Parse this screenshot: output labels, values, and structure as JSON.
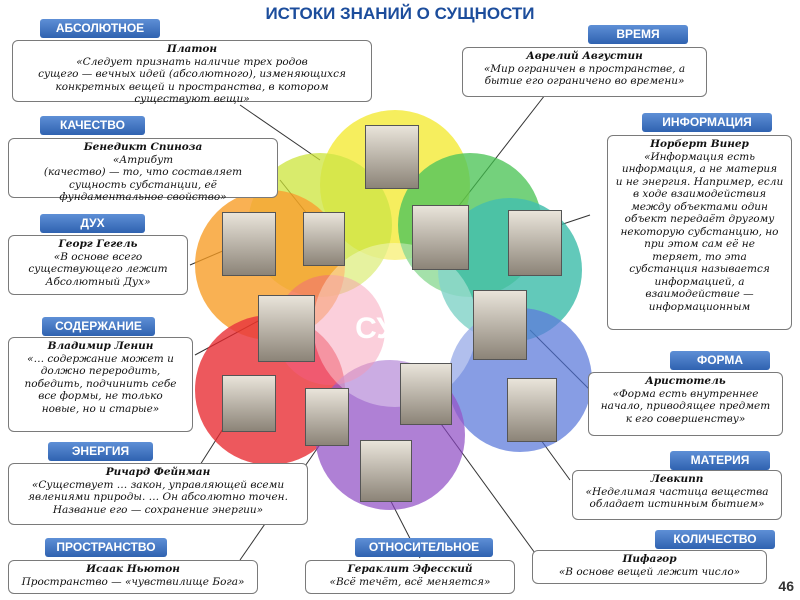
{
  "title": "ИСТОКИ ЗНАНИЙ О СУЩНОСТИ",
  "center_label": "СУТЬ",
  "page_number": "46",
  "tags": {
    "absolute": "АБСОЛЮТНОЕ",
    "time": "ВРЕМЯ",
    "quality": "КАЧЕСТВО",
    "information": "ИНФОРМАЦИЯ",
    "spirit": "ДУХ",
    "content": "СОДЕРЖАНИЕ",
    "form": "ФОРМА",
    "energy": "ЭНЕРГИЯ",
    "matter": "МАТЕРИЯ",
    "space": "ПРОСТРАНСТВО",
    "relative": "ОТНОСИТЕЛЬНОЕ",
    "quantity": "КОЛИЧЕСТВО"
  },
  "quotes": {
    "plato": {
      "author": "Платон",
      "text": "«Следует признать наличие трех родов\nсущего — вечных идей (абсолютного), изменяющихся\nконкретных вещей и пространства, в котором\nсуществуют вещи»"
    },
    "augustine": {
      "author": "Аврелий Августин",
      "text": "«Мир ограничен в пространстве, а\nбытие его ограничено во времени»"
    },
    "spinoza": {
      "author": "Бенедикт Спиноза",
      "text": "«Атрибут\n(качество) — то, что составляет\nсущность субстанции, её\nфундаментальное свойство»"
    },
    "wiener": {
      "author": "Норберт Винер",
      "text": "«Информация есть\nинформация, а не материя\nи не энергия. Например, если\nв ходе взаимодействия\nмежду объектами один\nобъект передаёт другому\nнекоторую субстанцию, но\nпри этом сам её не\nтеряет, то эта\nсубстанция называется\nинформацией, а\nвзаимодействие —\nинформационным"
    },
    "hegel": {
      "author": "Георг Гегель",
      "text": "«В основе всего\nсуществующего лежит\nАбсолютный Дух»"
    },
    "lenin": {
      "author": "Владимир Ленин",
      "text": "«… содержание может и\nдолжно переродить,\nпобедить, подчинить себе\nвсе формы, не только\nновые, но и старые»"
    },
    "aristotle": {
      "author": "Аристотель",
      "text": "«Форма есть внутреннее\nначало, приводящее предмет\nк его совершенству»"
    },
    "feynman": {
      "author": "Ричард Фейнман",
      "text": "«Существует … закон, управляющей всеми\nявлениями природы. … Он абсолютно точен.\nНазвание его — сохранение энергии»"
    },
    "leucippus": {
      "author": "Левкипп",
      "text": "«Неделимая частица вещества\nобладает истинным бытием»"
    },
    "newton": {
      "author": "Исаак Ньютон",
      "text": "Пространство — «чувствилище Бога»"
    },
    "heraclitus": {
      "author": "Гераклит Эфесский",
      "text": "«Всё течёт, всё меняется»"
    },
    "pythagoras": {
      "author": "Пифагор",
      "text": "«В основе вещей лежит число»"
    }
  },
  "colors": {
    "accent": "#1c4d9c",
    "yellow": "#f4ea3a",
    "green": "#3fbf4a",
    "teal": "#32b8a4",
    "blue": "#4d6fd8",
    "purple": "#8a44c2",
    "red": "#e8262c",
    "orange": "#f79a1e"
  }
}
